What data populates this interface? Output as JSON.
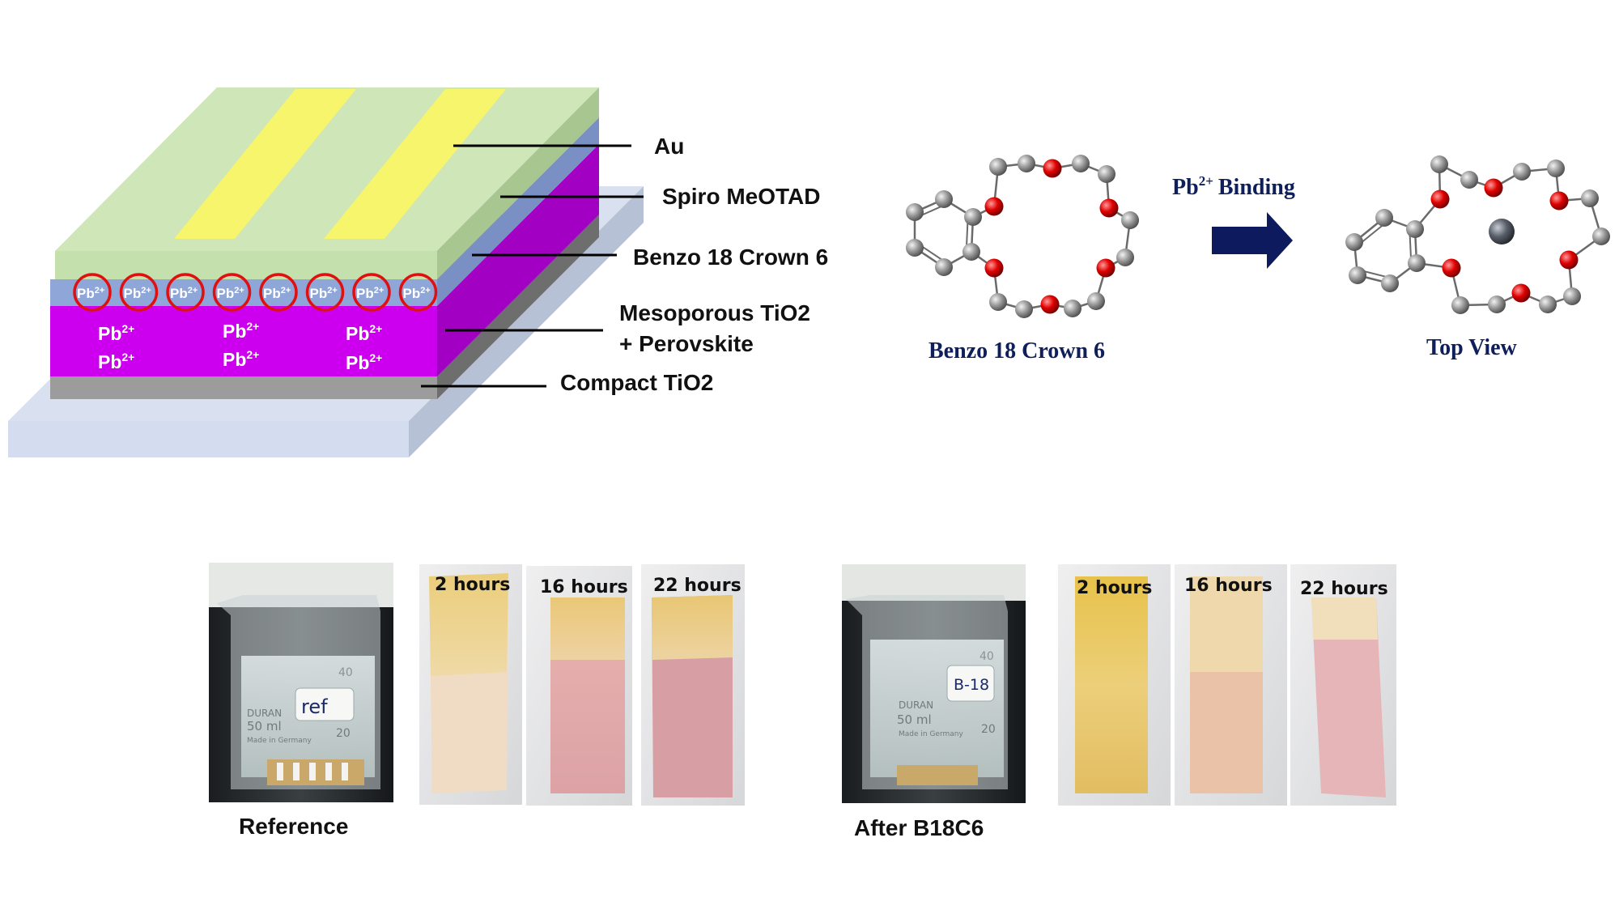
{
  "device": {
    "layers": {
      "au": "Au",
      "spiro": "Spiro MeOTAD",
      "crown": "Benzo 18 Crown 6",
      "meso_line1": "Mesoporous TiO2",
      "meso_line2": "+ Perovskite",
      "compact": "Compact TiO2"
    },
    "ion_sym": "Pb",
    "ion_sup": "2+",
    "colors": {
      "au": "#f6f56a",
      "spiro": "#cfe6b8",
      "crown": "#8ea6d6",
      "perovskite": "#cc00ee",
      "compact": "#999999",
      "glass": "#d6dfef",
      "ring": "#e01010"
    }
  },
  "molecule": {
    "caption_left": "Benzo 18 Crown 6",
    "binding_sym": "Pb",
    "binding_sup": "2+",
    "binding_word": "Binding",
    "caption_right": "Top View",
    "colors": {
      "carbon": "#8a8a8a",
      "oxygen": "#e00000",
      "lead": "#555b66",
      "arrow": "#0d1a5e"
    }
  },
  "photos": {
    "left_beaker_caption": "Reference",
    "right_beaker_caption": "After B18C6",
    "left_beaker_label": "ref",
    "right_beaker_label": "B-18",
    "beaker_brand": "DURAN",
    "beaker_volume": "50 ml",
    "beaker_origin": "Made in Germany",
    "beaker_grad_20": "20",
    "beaker_grad_40": "40",
    "strip_labels": [
      "2 hours",
      "16 hours",
      "22 hours"
    ]
  }
}
